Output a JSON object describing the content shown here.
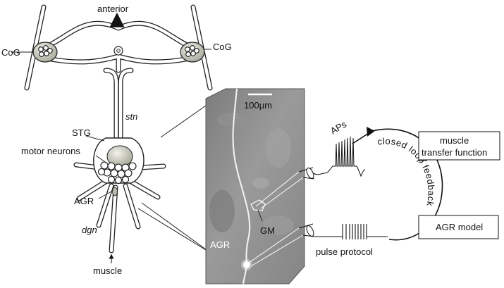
{
  "labels": {
    "anterior": "anterior",
    "cog_left": "CoG",
    "cog_right": "CoG",
    "stn": "stn",
    "stg": "STG",
    "motor_neurons": "motor neurons",
    "agr_left": "AGR",
    "dgn": "dgn",
    "muscle": "muscle",
    "scale_bar": "100µm",
    "gm": "GM",
    "agr_photo": "AGR",
    "aps": "APs",
    "closed_loop": "closed loop feedback",
    "pulse_protocol": "pulse protocol"
  },
  "boxes": {
    "muscle_transfer_line1": "muscle",
    "muscle_transfer_line2": "transfer function",
    "agr_model": "AGR model"
  },
  "colors": {
    "line": "#222222",
    "ganglion_fill": "#cfcfc4",
    "photo_bg": "#8a8a8a"
  }
}
